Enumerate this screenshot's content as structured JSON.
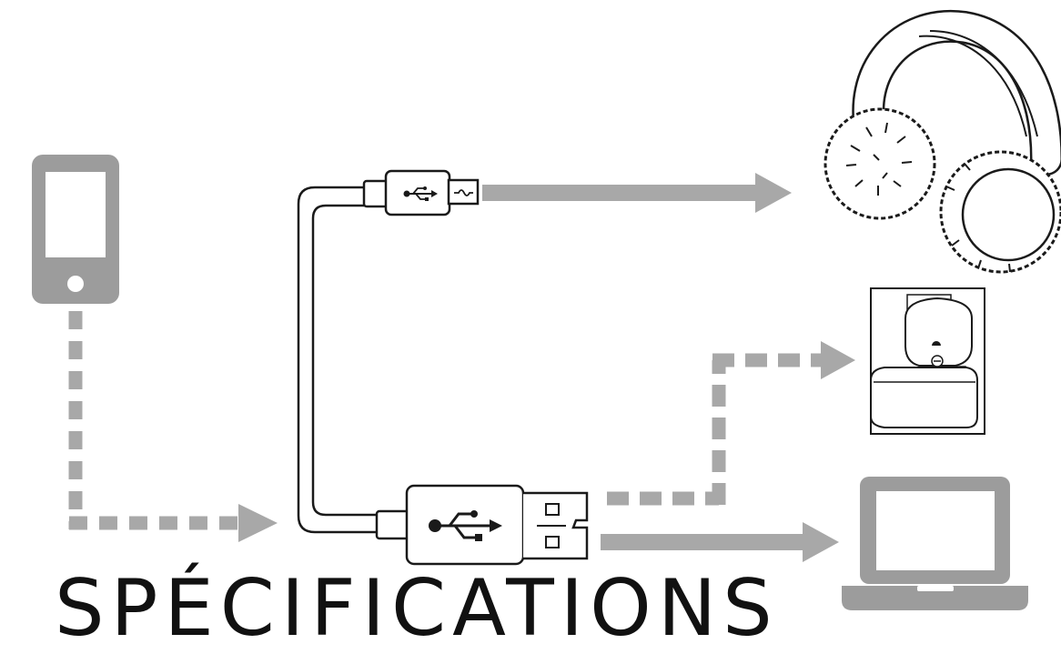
{
  "diagram": {
    "heading": "SPÉCIFICATIONS",
    "colors": {
      "arrow": "#a8a8a8",
      "device": "#9c9c9c",
      "outline": "#1a1a1a",
      "background": "#ffffff"
    },
    "icons": {
      "source_device": "smartphone-icon",
      "headphones": "earmuff-headphones-icon",
      "wall_outlet": "wall-outlet-adapter-icon",
      "computer": "laptop-icon",
      "micro_usb": "micro-usb-plug-icon",
      "usb_a": "usb-a-plug-icon"
    },
    "connections": [
      {
        "from": "smartphone-icon",
        "to": "usb-a-plug-icon",
        "style": "dashed"
      },
      {
        "from": "micro-usb-plug-icon",
        "to": "earmuff-headphones-icon",
        "style": "solid"
      },
      {
        "from": "usb-a-plug-icon",
        "to": "wall-outlet-adapter-icon",
        "style": "dashed"
      },
      {
        "from": "usb-a-plug-icon",
        "to": "laptop-icon",
        "style": "solid"
      }
    ]
  }
}
